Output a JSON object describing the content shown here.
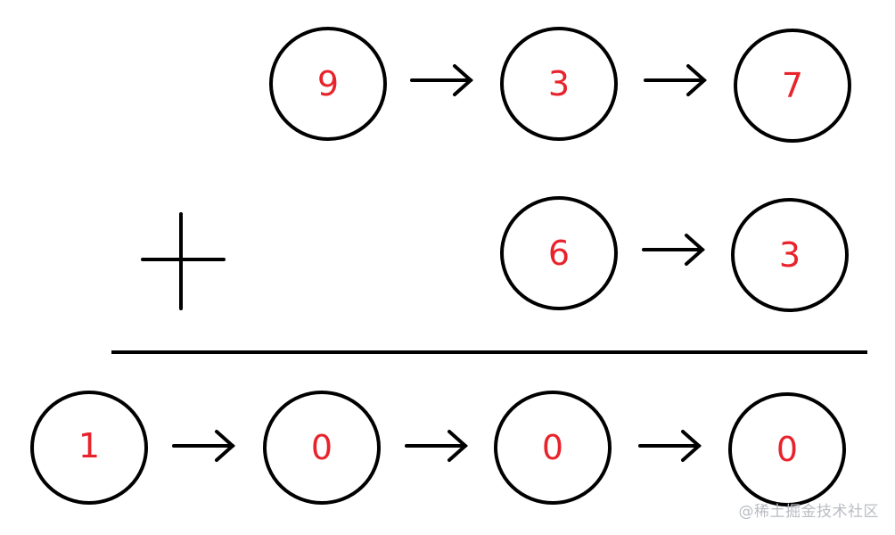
{
  "colors": {
    "stroke": "#000000",
    "digit": "#e8232b",
    "watermark": "#b9bcc2"
  },
  "addend_a": {
    "nodes": [
      {
        "value": "9"
      },
      {
        "value": "3"
      },
      {
        "value": "7"
      }
    ]
  },
  "operator": {
    "symbol": "plus-icon"
  },
  "addend_b": {
    "nodes": [
      {
        "value": "6"
      },
      {
        "value": "3"
      }
    ]
  },
  "result": {
    "nodes": [
      {
        "value": "1"
      },
      {
        "value": "0"
      },
      {
        "value": "0"
      },
      {
        "value": "0"
      }
    ]
  },
  "watermark": {
    "text": "@稀土掘金技术社区"
  }
}
